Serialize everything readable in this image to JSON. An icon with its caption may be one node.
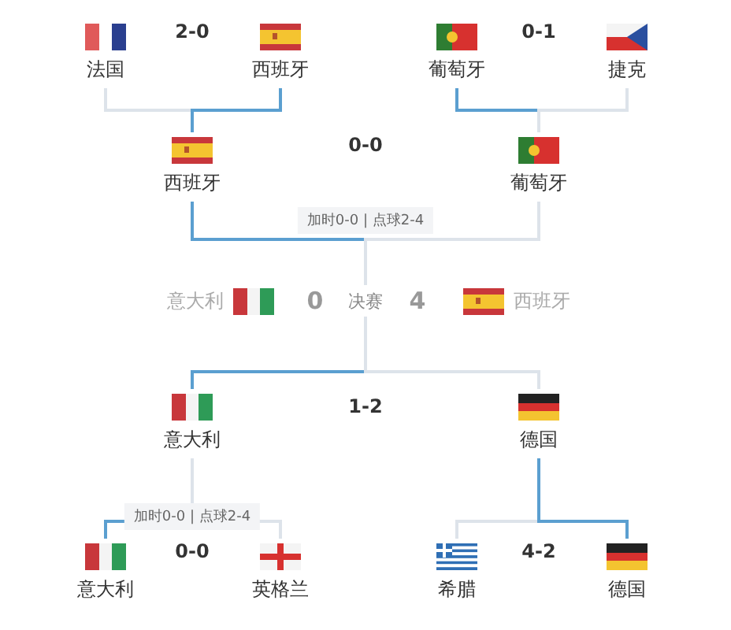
{
  "diagram": {
    "nodes": [
      {
        "text": [
          "法国"
        ]
      },
      {
        "text": [
          "西班牙"
        ]
      },
      {
        "text": [
          "葡萄牙"
        ]
      },
      {
        "text": [
          "捷克"
        ]
      },
      {
        "text": [
          "西班牙"
        ]
      },
      {
        "text": [
          "葡萄牙"
        ]
      },
      {
        "text": [
          "意大利"
        ]
      },
      {
        "text": [
          "决赛"
        ]
      },
      {
        "text": [
          "西班牙"
        ]
      },
      {
        "text": [
          "意大利"
        ]
      },
      {
        "text": [
          "德国"
        ]
      },
      {
        "text": [
          "意大利"
        ]
      },
      {
        "text": [
          "英格兰"
        ]
      },
      {
        "text": [
          "希腊"
        ]
      },
      {
        "text": [
          "德国"
        ]
      }
    ],
    "edges": [
      {
        "from": 0,
        "to": 4,
        "arrow": "none"
      },
      {
        "from": 1,
        "to": 4,
        "arrow": "none",
        "color": "#5b9fd0"
      },
      {
        "from": 2,
        "to": 5,
        "arrow": "none",
        "color": "#5b9fd0"
      },
      {
        "from": 3,
        "to": 5,
        "arrow": "none"
      },
      {
        "from": 4,
        "to": 7,
        "arrow": "none",
        "color": "#5b9fd0"
      },
      {
        "from": 5,
        "to": 7,
        "arrow": "none"
      },
      {
        "from": 9,
        "to": 7,
        "arrow": "none",
        "color": "#5b9fd0"
      },
      {
        "from": 10,
        "to": 7,
        "arrow": "none"
      },
      {
        "from": 11,
        "to": 9,
        "arrow": "none",
        "color": "#5b9fd0"
      },
      {
        "from": 12,
        "to": 9,
        "arrow": "none"
      },
      {
        "from": 13,
        "to": 10,
        "arrow": "none"
      },
      {
        "from": 14,
        "to": 10,
        "arrow": "none",
        "color": "#5b9fd0"
      }
    ],
    "labels": [
      "2-0",
      "0-1",
      "0-0",
      "加时0-0 | 点球2-4",
      "0",
      "4",
      "1-2",
      "加时0-0 | 点球2-4",
      "0-0",
      "4-2"
    ]
  }
}
